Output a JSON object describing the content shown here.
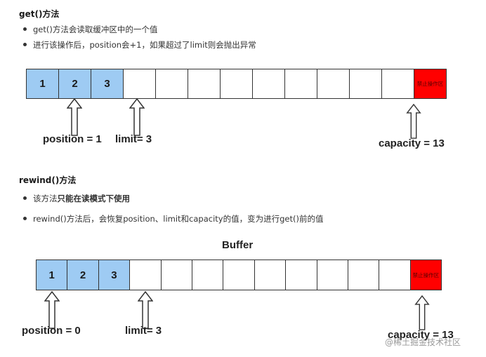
{
  "section_get": {
    "heading": "get()方法",
    "bullets": [
      "get()方法会读取缓冲区中的一个值",
      "进行该操作后，position会+1，如果超过了limit则会抛出异常"
    ],
    "cells": [
      "1",
      "2",
      "3",
      "",
      "",
      "",
      "",
      "",
      "",
      "",
      "",
      "",
      "禁止操作区"
    ],
    "filled_count": 3,
    "labels": {
      "position": "position = 1",
      "limit": "limit= 3",
      "capacity": "capacity = 13"
    }
  },
  "section_rewind": {
    "heading": "rewind()方法",
    "bullet1_prefix": "该方法",
    "bullet1_bold": "只能在读模式下使用",
    "bullet2": "rewind()方法后，会恢复position、limit和capacity的值，变为进行get()前的值",
    "buffer_title": "Buffer",
    "cells": [
      "1",
      "2",
      "3",
      "",
      "",
      "",
      "",
      "",
      "",
      "",
      "",
      "",
      "禁止操作区"
    ],
    "filled_count": 3,
    "labels": {
      "position": "position = 0",
      "limit": "limit= 3",
      "capacity": "capacity = 13"
    }
  },
  "colors": {
    "filled": "#9ecbf3",
    "reserved": "#ff0000",
    "border": "#333333"
  },
  "watermark": "@稀土掘金技术社区"
}
